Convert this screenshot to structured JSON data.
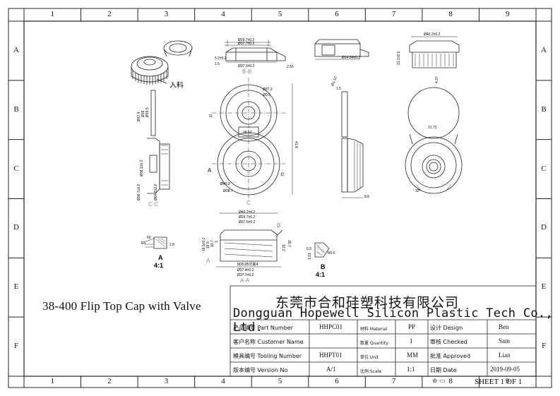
{
  "columns": [
    "1",
    "2",
    "3",
    "4",
    "5",
    "6",
    "7",
    "8",
    "9"
  ],
  "rows": [
    "A",
    "B",
    "C",
    "D",
    "E",
    "F"
  ],
  "product_title": "38-400 Flip Top Cap with Valve",
  "company": {
    "cn": "东莞市合和硅塑科技有限公司",
    "en": "Dongguan Hopewell Silicon Plastic Tech Co., Ltd."
  },
  "title_block": {
    "part_number_label": "产品编号 Part Number",
    "part_number": "HHPC01",
    "customer_name_label": "客户名称 Customer Name",
    "customer_name": "",
    "tooling_number_label": "模具编号 Tooling Number",
    "tooling_number": "HHPT01",
    "version_label": "版本编号 Version No",
    "version": "A/1",
    "material_label": "材料 Material",
    "material": "PP",
    "quantity_label": "数量 Quantity",
    "quantity": "1",
    "unit_label": "单位 Unit",
    "unit": "MM",
    "scale_label": "比例 Scale",
    "scale": "1:1",
    "design_label": "设计 Design",
    "design": "Ben",
    "checked_label": "审核 Checked",
    "checked": "Sam",
    "approved_label": "批准 Approved",
    "approved": "Lian",
    "date_label": "日期 Date",
    "date": "2019-09-05",
    "sheet": "SHEET 1 OF 1"
  },
  "callouts": {
    "material_inlet": "入料",
    "section_bb": "B-B",
    "section_cc": "C-C",
    "section_aa": "A-A",
    "detail_a": "A",
    "detail_a_scale": "4:1",
    "detail_b": "B",
    "detail_b_scale": "4:1",
    "leader_a": "A",
    "leader_b": "B",
    "marker_c": "C",
    "marker_a": "A"
  },
  "dimensions": {
    "bb_top1": "Ø29.7±0.2",
    "bb_top2": "Ø37.7±0.2",
    "bb_bottom": "Ø37.3±0.2",
    "bb_left1": "5.2±0.2",
    "bb_left2": "1.5",
    "bb_right": "2.55",
    "side_ring": "Ø14.64±0.2",
    "top_dia": "Ø40.2±0.2",
    "top_height": "21.2±0.2",
    "top_small": "4.37",
    "plan_d1": "Ø37.3",
    "plan_d2": "Ø9.5",
    "plan_w": "18.53",
    "plan_h": "41.8",
    "plan_h2": "12",
    "plan_d3": "Ø40.2",
    "plan_d4": "Ø38.7",
    "plan_left": "11",
    "side_angle": "Ø1.12",
    "side_w": "1.5",
    "side_base": "8.8",
    "cc_d1": "Ø17.4",
    "cc_d2": "Ø19",
    "cc_d3": "Ø19.5",
    "cc_d4": "Ø38.1±0.2",
    "cc_d5": "Ø36.7±0.2",
    "cc_d6": "Ø64.8±0.2",
    "iso_dia": "21.72",
    "iso_angle": "32°",
    "aa_t1": "Ø40.2±0.2",
    "aa_t2": "Ø29.7±0.2",
    "aa_t3": "Ø37.5±0.2",
    "aa_l1": "18.5±0.2",
    "aa_l2": "16.5",
    "aa_l3": "13.7",
    "aa_l4": "3",
    "aa_r1": "12.2",
    "aa_r2": "15.7",
    "aa_b1": "M35.85牙距4",
    "aa_b2": "Ø37.4±0.2",
    "aa_b3": "Ø37.7±0.2",
    "det_a1": "R5",
    "det_a2": "60",
    "det_a3": "2.8",
    "det_b1": "0.3",
    "det_b2": "1.01",
    "det_b3": "R0.5"
  }
}
